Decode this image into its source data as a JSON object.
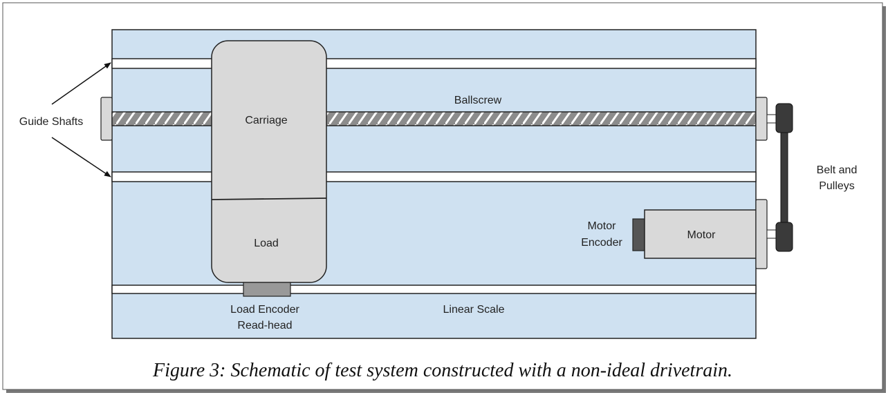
{
  "figure": {
    "caption": "Figure 3: Schematic of test system constructed with a non-ideal drivetrain.",
    "colors": {
      "background_panel": "#cfe1f1",
      "component_fill": "#d9d9d9",
      "component_stroke": "#222222",
      "dark_part": "#555555",
      "belt": "#3a3a3a",
      "shaft_fill": "#ffffff"
    }
  },
  "labels": {
    "guide_shafts": "Guide Shafts",
    "ballscrew": "Ballscrew",
    "carriage": "Carriage",
    "load": "Load",
    "belt_and_pulleys_line1": "Belt and",
    "belt_and_pulleys_line2": "Pulleys",
    "motor_encoder_line1": "Motor",
    "motor_encoder_line2": "Encoder",
    "motor": "Motor",
    "load_encoder_line1": "Load Encoder",
    "load_encoder_line2": "Read-head",
    "linear_scale": "Linear Scale"
  }
}
